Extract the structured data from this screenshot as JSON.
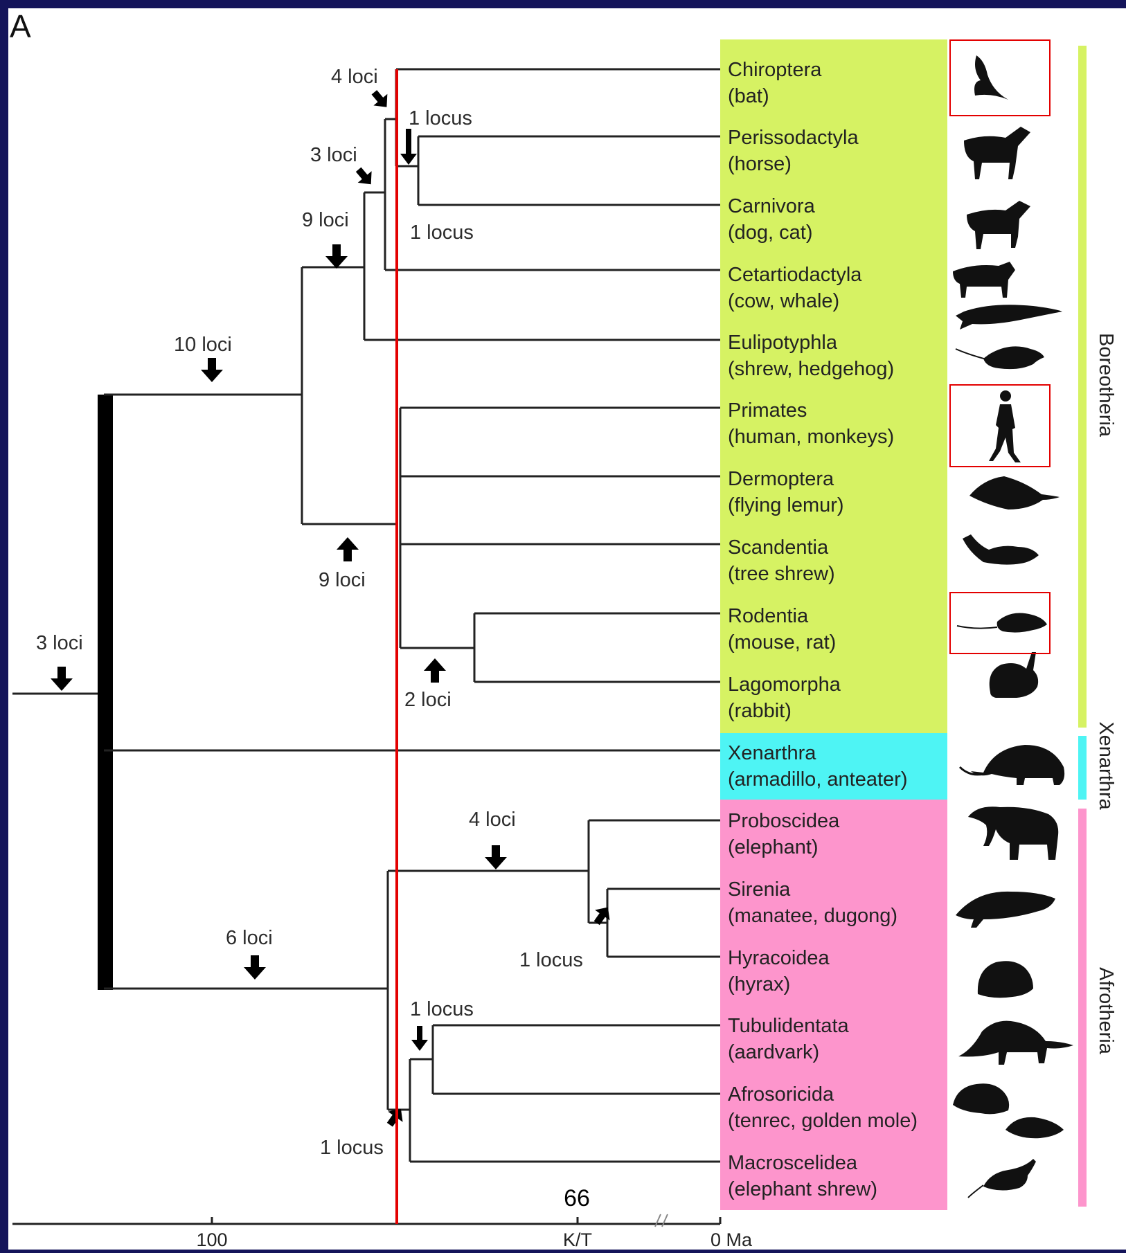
{
  "panel_letter": "A",
  "taxa": [
    {
      "name": "Chiroptera",
      "common": "(bat)",
      "group": "Boreotheria",
      "icon": "bat-icon"
    },
    {
      "name": "Perissodactyla",
      "common": "(horse)",
      "group": "Boreotheria",
      "icon": "horse-icon"
    },
    {
      "name": "Carnivora",
      "common": "(dog, cat)",
      "group": "Boreotheria",
      "icon": "dog-icon"
    },
    {
      "name": "Cetartiodactyla",
      "common": "(cow, whale)",
      "group": "Boreotheria",
      "icon": "cow-whale-icon"
    },
    {
      "name": "Eulipotyphla",
      "common": "(shrew, hedgehog)",
      "group": "Boreotheria",
      "icon": "shrew-icon"
    },
    {
      "name": "Primates",
      "common": "(human, monkeys)",
      "group": "Boreotheria",
      "icon": "human-icon"
    },
    {
      "name": "Dermoptera",
      "common": "(flying lemur)",
      "group": "Boreotheria",
      "icon": "flying-lemur-icon"
    },
    {
      "name": "Scandentia",
      "common": "(tree shrew)",
      "group": "Boreotheria",
      "icon": "tree-shrew-icon"
    },
    {
      "name": "Rodentia",
      "common": "(mouse, rat)",
      "group": "Boreotheria",
      "icon": "mouse-icon"
    },
    {
      "name": "Lagomorpha",
      "common": "(rabbit)",
      "group": "Boreotheria",
      "icon": "rabbit-icon"
    },
    {
      "name": "Xenarthra",
      "common": "(armadillo, anteater)",
      "group": "Xenarthra",
      "icon": "armadillo-icon"
    },
    {
      "name": "Proboscidea",
      "common": "(elephant)",
      "group": "Afrotheria",
      "icon": "elephant-icon"
    },
    {
      "name": "Sirenia",
      "common": "(manatee, dugong)",
      "group": "Afrotheria",
      "icon": "manatee-icon"
    },
    {
      "name": "Hyracoidea",
      "common": "(hyrax)",
      "group": "Afrotheria",
      "icon": "hyrax-icon"
    },
    {
      "name": "Tubulidentata",
      "common": "(aardvark)",
      "group": "Afrotheria",
      "icon": "aardvark-icon"
    },
    {
      "name": "Afrosoricida",
      "common": "(tenrec, golden mole)",
      "group": "Afrotheria",
      "icon": "tenrec-icon"
    },
    {
      "name": "Macroscelidea",
      "common": "(elephant shrew)",
      "group": "Afrotheria",
      "icon": "elephant-shrew-icon"
    }
  ],
  "highlighted_taxa": [
    "Chiroptera",
    "Primates",
    "Rodentia"
  ],
  "groups": [
    {
      "name": "Boreotheria",
      "color": "#d6f263"
    },
    {
      "name": "Xenarthra",
      "color": "#4ef4f4"
    },
    {
      "name": "Afrotheria",
      "color": "#fd95cc"
    }
  ],
  "loci_labels": [
    "4 loci",
    "1 locus",
    "3 loci",
    "1 locus",
    "9 loci",
    "10 loci",
    "9 loci",
    "2 loci",
    "3 loci",
    "4 loci",
    "1 locus",
    "6 loci",
    "1 locus",
    "1 locus"
  ],
  "axis": {
    "ticks": [
      "100",
      "K/T",
      "0 Ma"
    ],
    "marker_label": "66"
  },
  "colors": {
    "frame": "#14145a",
    "marker_line": "#e30000",
    "highlight_box": "#e30000"
  }
}
